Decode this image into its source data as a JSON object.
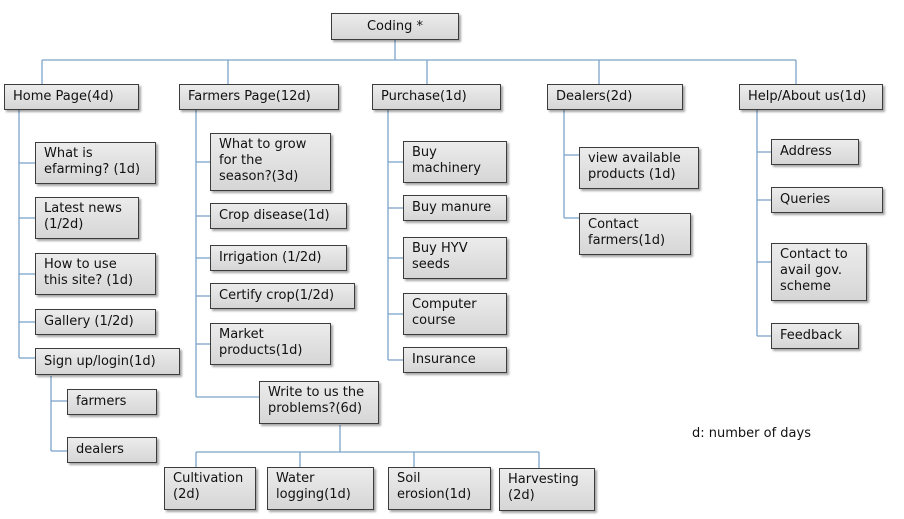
{
  "root": "Coding  *",
  "sections": {
    "home": {
      "label": "Home Page(4d)",
      "items": [
        "What is\nefarming? (1d)",
        "Latest news\n(1/2d)",
        "How to use\nthis site?  (1d)",
        "Gallery  (1/2d)",
        "Sign up/login(1d)"
      ],
      "signup_children": [
        "farmers",
        "dealers"
      ]
    },
    "farmers": {
      "label": "Farmers Page(12d)",
      "items": [
        "What to grow\nfor the\nseason?(3d)",
        "Crop disease(1d)",
        "Irrigation  (1/2d)",
        "Certify crop(1/2d)",
        "Market\nproducts(1d)",
        "Write to us the\nproblems?(6d)"
      ],
      "write_children": [
        "Cultivation\n(2d)",
        "Water\nlogging(1d)",
        "Soil\nerosion(1d)",
        "Harvesting\n(2d)"
      ]
    },
    "purchase": {
      "label": "Purchase(1d)",
      "items": [
        "Buy\nmachinery",
        "Buy manure",
        "Buy HYV\nseeds",
        "Computer\ncourse",
        "Insurance"
      ]
    },
    "dealers": {
      "label": "Dealers(2d)",
      "items": [
        "view available\nproducts (1d)",
        "Contact\nfarmers(1d)"
      ]
    },
    "help": {
      "label": "Help/About  us(1d)",
      "items": [
        "Address",
        "Queries",
        "Contact to\navail gov.\nscheme",
        "Feedback"
      ]
    }
  },
  "legend": "d: number  of days"
}
